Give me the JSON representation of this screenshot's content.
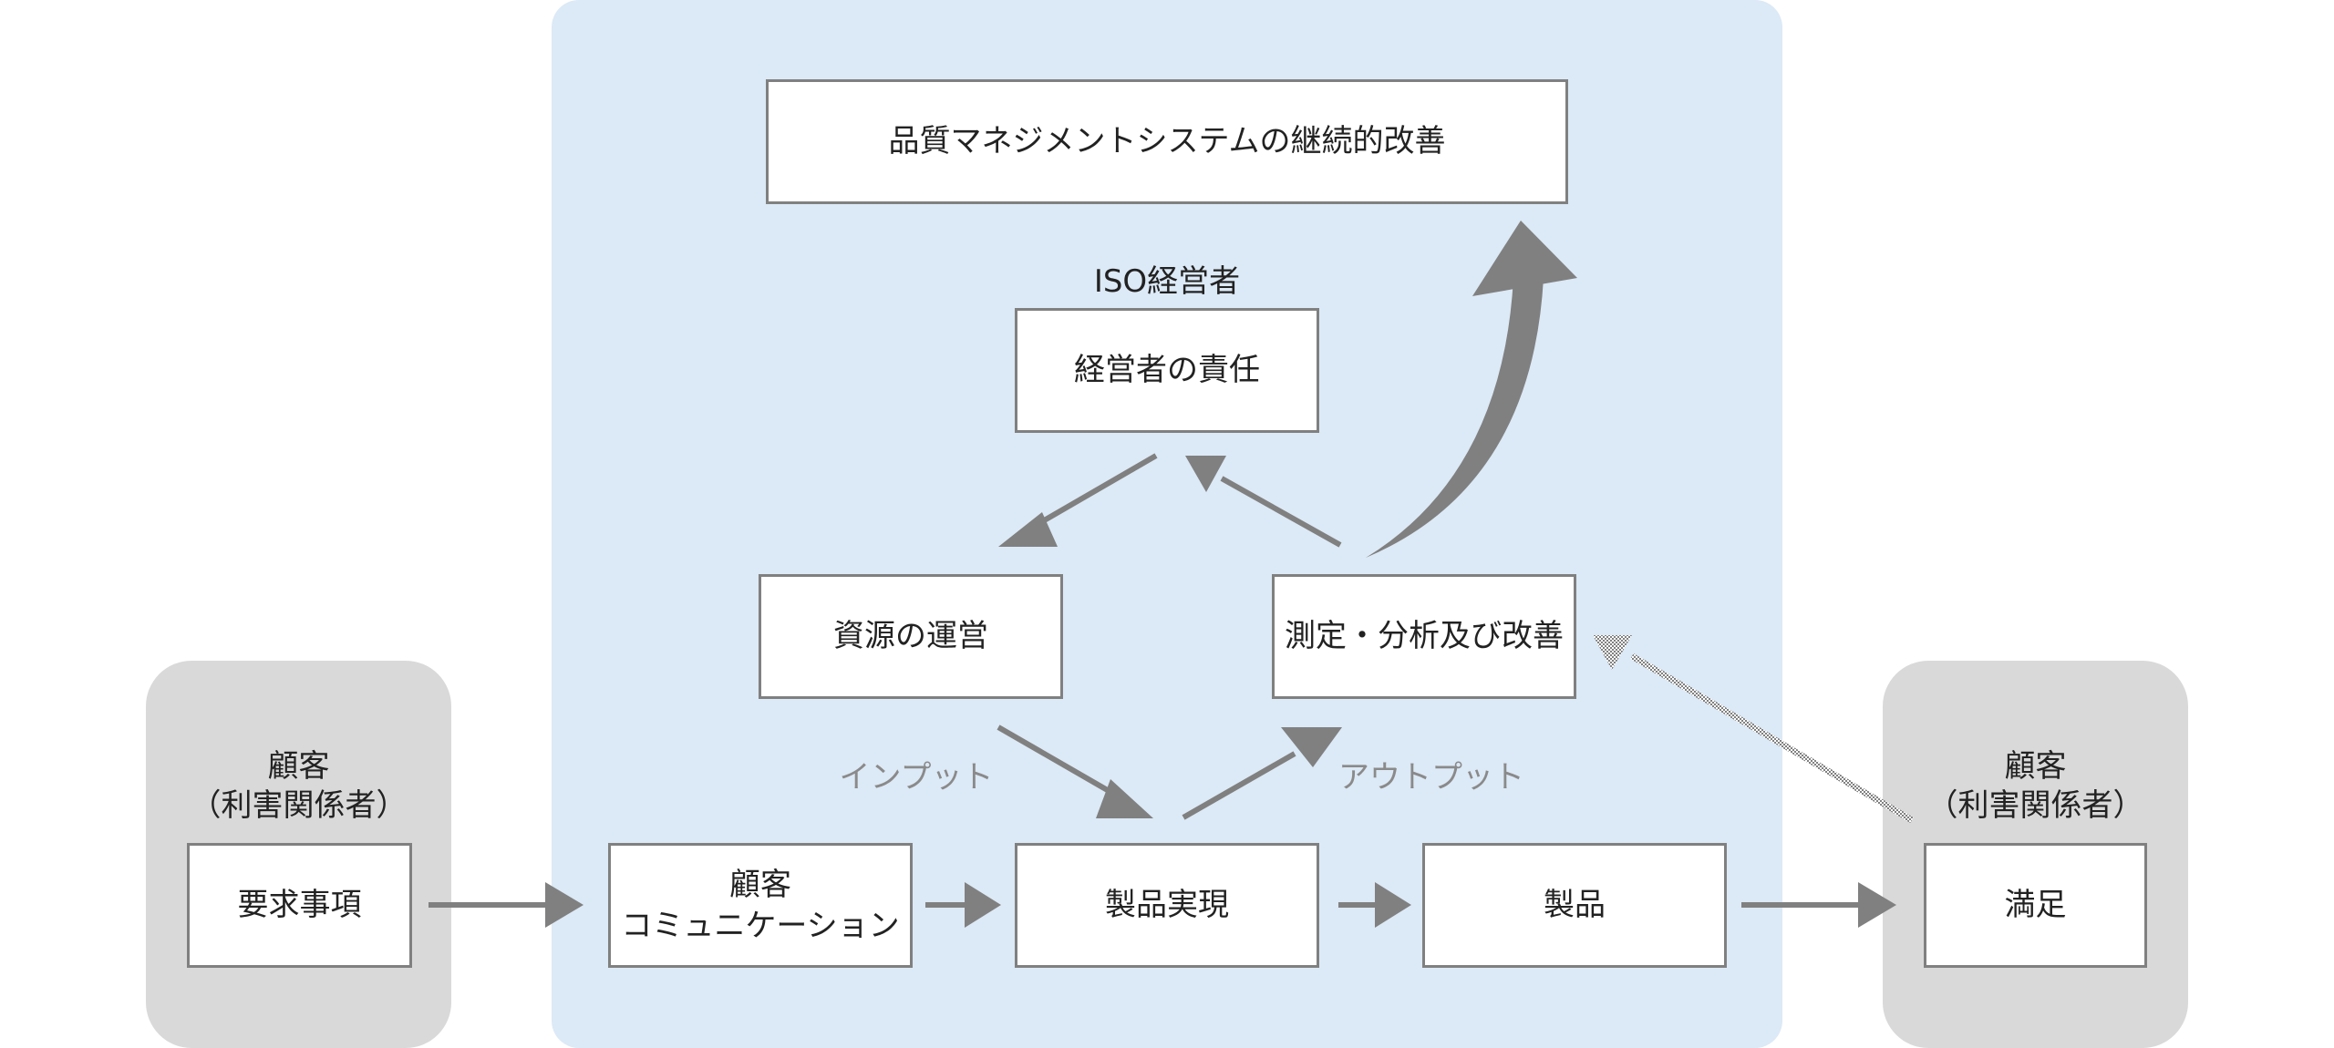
{
  "boxes": {
    "continual_improvement": "品質マネジメントシステムの継続的改善",
    "management_responsibility": "経営者の責任",
    "resource_management": "資源の運営",
    "measurement_analysis": "測定・分析及び改善",
    "requirements": "要求事項",
    "customer_communication": "顧客\nコミュニケーション",
    "product_realization": "製品実現",
    "product": "製品",
    "satisfaction": "満足"
  },
  "labels": {
    "iso_management": "ISO経営者",
    "input": "インプット",
    "output": "アウトプット",
    "customer_left": "顧客\n（利害関係者）",
    "customer_right": "顧客\n（利害関係者）"
  },
  "colors": {
    "panel_main": "#dce9f6",
    "panel_side": "#d9d9d9",
    "arrow": "#808080",
    "box_border": "#808080"
  }
}
